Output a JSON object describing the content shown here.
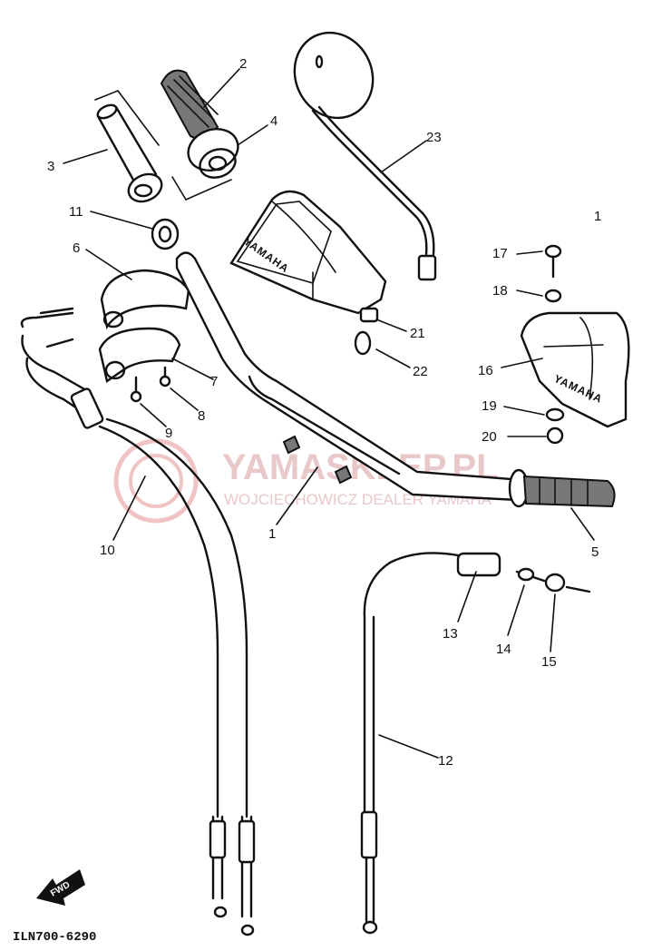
{
  "diagram": {
    "callouts": [
      {
        "id": "1",
        "text": "1"
      },
      {
        "id": "1b",
        "text": "1"
      },
      {
        "id": "2",
        "text": "2"
      },
      {
        "id": "3",
        "text": "3"
      },
      {
        "id": "4",
        "text": "4"
      },
      {
        "id": "5",
        "text": "5"
      },
      {
        "id": "6",
        "text": "6"
      },
      {
        "id": "7",
        "text": "7"
      },
      {
        "id": "8",
        "text": "8"
      },
      {
        "id": "9",
        "text": "9"
      },
      {
        "id": "10",
        "text": "10"
      },
      {
        "id": "11",
        "text": "11"
      },
      {
        "id": "12",
        "text": "12"
      },
      {
        "id": "13",
        "text": "13"
      },
      {
        "id": "14",
        "text": "14"
      },
      {
        "id": "15",
        "text": "15"
      },
      {
        "id": "16",
        "text": "16"
      },
      {
        "id": "17",
        "text": "17"
      },
      {
        "id": "18",
        "text": "18"
      },
      {
        "id": "19",
        "text": "19"
      },
      {
        "id": "20",
        "text": "20"
      },
      {
        "id": "21",
        "text": "21"
      },
      {
        "id": "22",
        "text": "22"
      },
      {
        "id": "23",
        "text": "23"
      }
    ],
    "drawing_code": "ILN700-6290",
    "fwd_label": "FWD",
    "guard_brand": "YAMAHA",
    "watermark_main": "YAMASKLEP.PL",
    "watermark_sub": "WOJCIECHOWICZ DEALER YAMAHA"
  }
}
